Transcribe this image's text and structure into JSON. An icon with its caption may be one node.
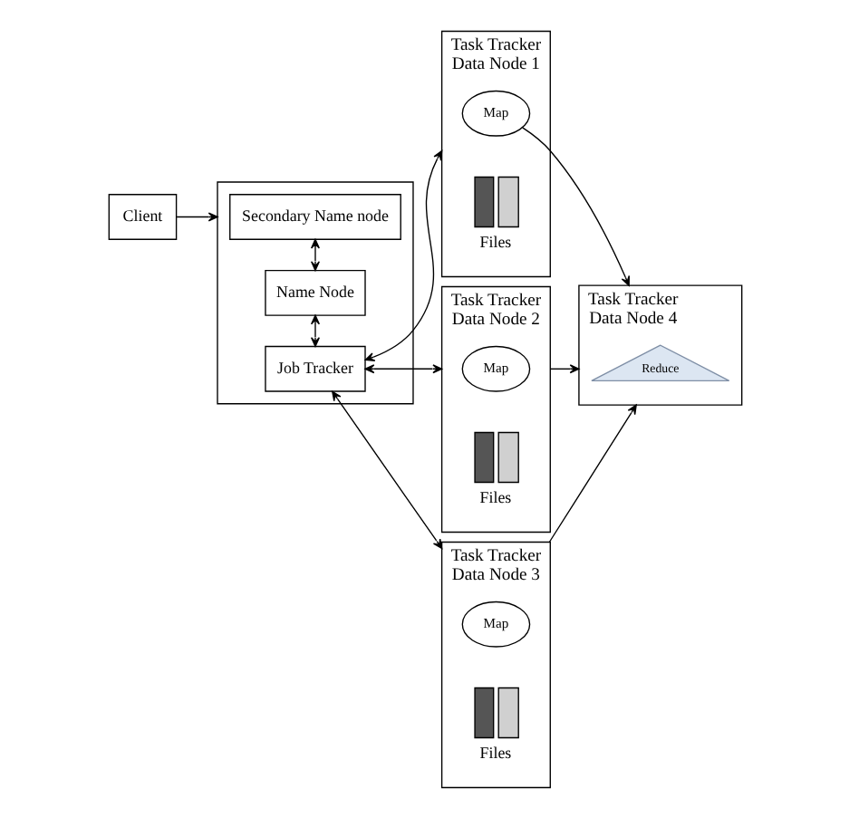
{
  "diagram": {
    "nodes": [
      {
        "text": [
          "Client"
        ]
      },
      {
        "text": [],
        "shape": "box"
      },
      {
        "text": [
          "Secondary Name node"
        ],
        "in": 1
      },
      {
        "text": [
          "Name Node"
        ],
        "in": 1
      },
      {
        "text": [
          "Job Tracker"
        ],
        "in": 1
      },
      {
        "text": [
          "Task Tracker",
          "Data Node 1"
        ]
      },
      {
        "text": [
          "Map"
        ],
        "in": 5
      },
      {
        "text": [
          "Files"
        ],
        "in": 5
      },
      {
        "text": [
          "Task Tracker",
          "Data Node 2"
        ]
      },
      {
        "text": [
          "Map"
        ],
        "in": 8
      },
      {
        "text": [
          "Files"
        ],
        "in": 8
      },
      {
        "text": [
          "Task Tracker",
          "Data Node 3"
        ]
      },
      {
        "text": [
          "Map"
        ],
        "in": 11
      },
      {
        "text": [
          "Files"
        ],
        "in": 11
      },
      {
        "text": [
          "Task Tracker",
          "Data Node 4"
        ]
      },
      {
        "text": [
          "Reduce"
        ],
        "in": 14
      }
    ],
    "edges": [
      {
        "from": 0,
        "to": 1,
        "arrow": "to"
      },
      {
        "from": 2,
        "to": 3,
        "arrow": "both"
      },
      {
        "from": 3,
        "to": 4,
        "arrow": "both"
      },
      {
        "from": 4,
        "to": 5,
        "arrow": "both"
      },
      {
        "from": 4,
        "to": 8,
        "arrow": "both"
      },
      {
        "from": 4,
        "to": 11,
        "arrow": "both"
      },
      {
        "from": 6,
        "to": 14,
        "arrow": "to"
      },
      {
        "from": 8,
        "to": 14,
        "arrow": "to"
      },
      {
        "from": 11,
        "to": 14,
        "arrow": "to"
      }
    ]
  }
}
